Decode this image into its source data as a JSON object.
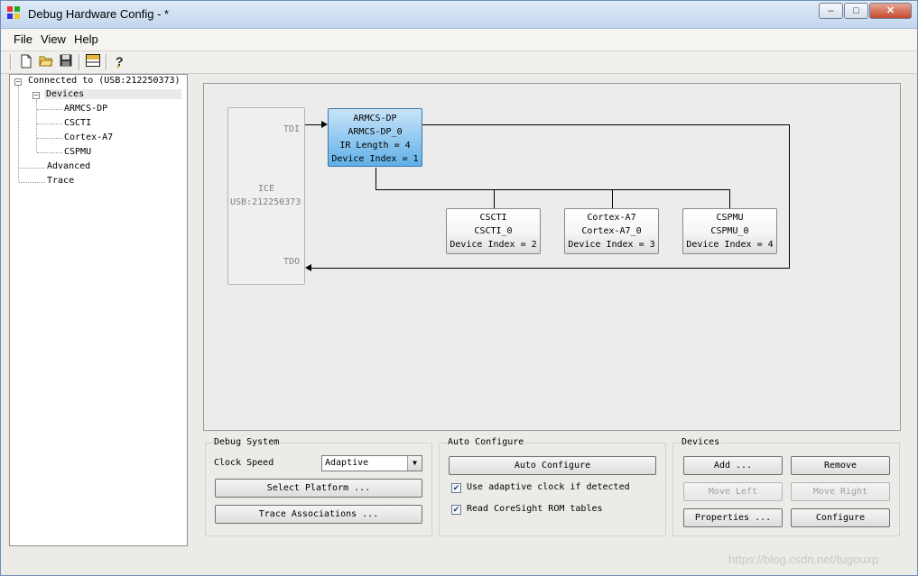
{
  "window": {
    "title": "Debug Hardware Config -  *",
    "controls": {
      "minimize": "–",
      "maximize": "□",
      "close": "✕"
    }
  },
  "menu": {
    "items": [
      "File",
      "View",
      "Help"
    ]
  },
  "toolbar": {
    "icons": [
      "new-file-icon",
      "open-folder-icon",
      "save-icon",
      "layout-icon",
      "help-icon"
    ]
  },
  "tree": {
    "root": "Connected to (USB:212250373)",
    "devices_label": "Devices",
    "devices": [
      "ARMCS-DP",
      "CSCTI",
      "Cortex-A7",
      "CSPMU"
    ],
    "advanced": "Advanced",
    "trace": "Trace"
  },
  "diagram": {
    "ice": {
      "tdi": "TDI",
      "name": "ICE",
      "id": "USB:212250373",
      "tdo": "TDO"
    },
    "devices": [
      {
        "lines": [
          "ARMCS-DP",
          "ARMCS-DP_0",
          "IR Length = 4",
          "Device Index = 1"
        ]
      },
      {
        "lines": [
          "CSCTI",
          "CSCTI_0",
          "Device Index = 2"
        ]
      },
      {
        "lines": [
          "Cortex-A7",
          "Cortex-A7_0",
          "Device Index = 3"
        ]
      },
      {
        "lines": [
          "CSPMU",
          "CSPMU_0",
          "Device Index = 4"
        ]
      }
    ]
  },
  "debug_system": {
    "title": "Debug System",
    "clock_label": "Clock Speed",
    "clock_value": "Adaptive",
    "select_platform": "Select Platform ...",
    "trace_associations": "Trace Associations ..."
  },
  "auto_configure": {
    "title": "Auto Configure",
    "button": "Auto Configure",
    "adaptive_label": "Use adaptive clock if detected",
    "adaptive_checked": true,
    "rom_label": "Read CoreSight ROM tables",
    "rom_checked": true
  },
  "devices_panel": {
    "title": "Devices",
    "add": "Add ...",
    "remove": "Remove",
    "move_left": "Move Left",
    "move_right": "Move Right",
    "properties": "Properties ...",
    "configure": "Configure"
  },
  "watermark": "https://blog.csdn.net/tugouxp"
}
